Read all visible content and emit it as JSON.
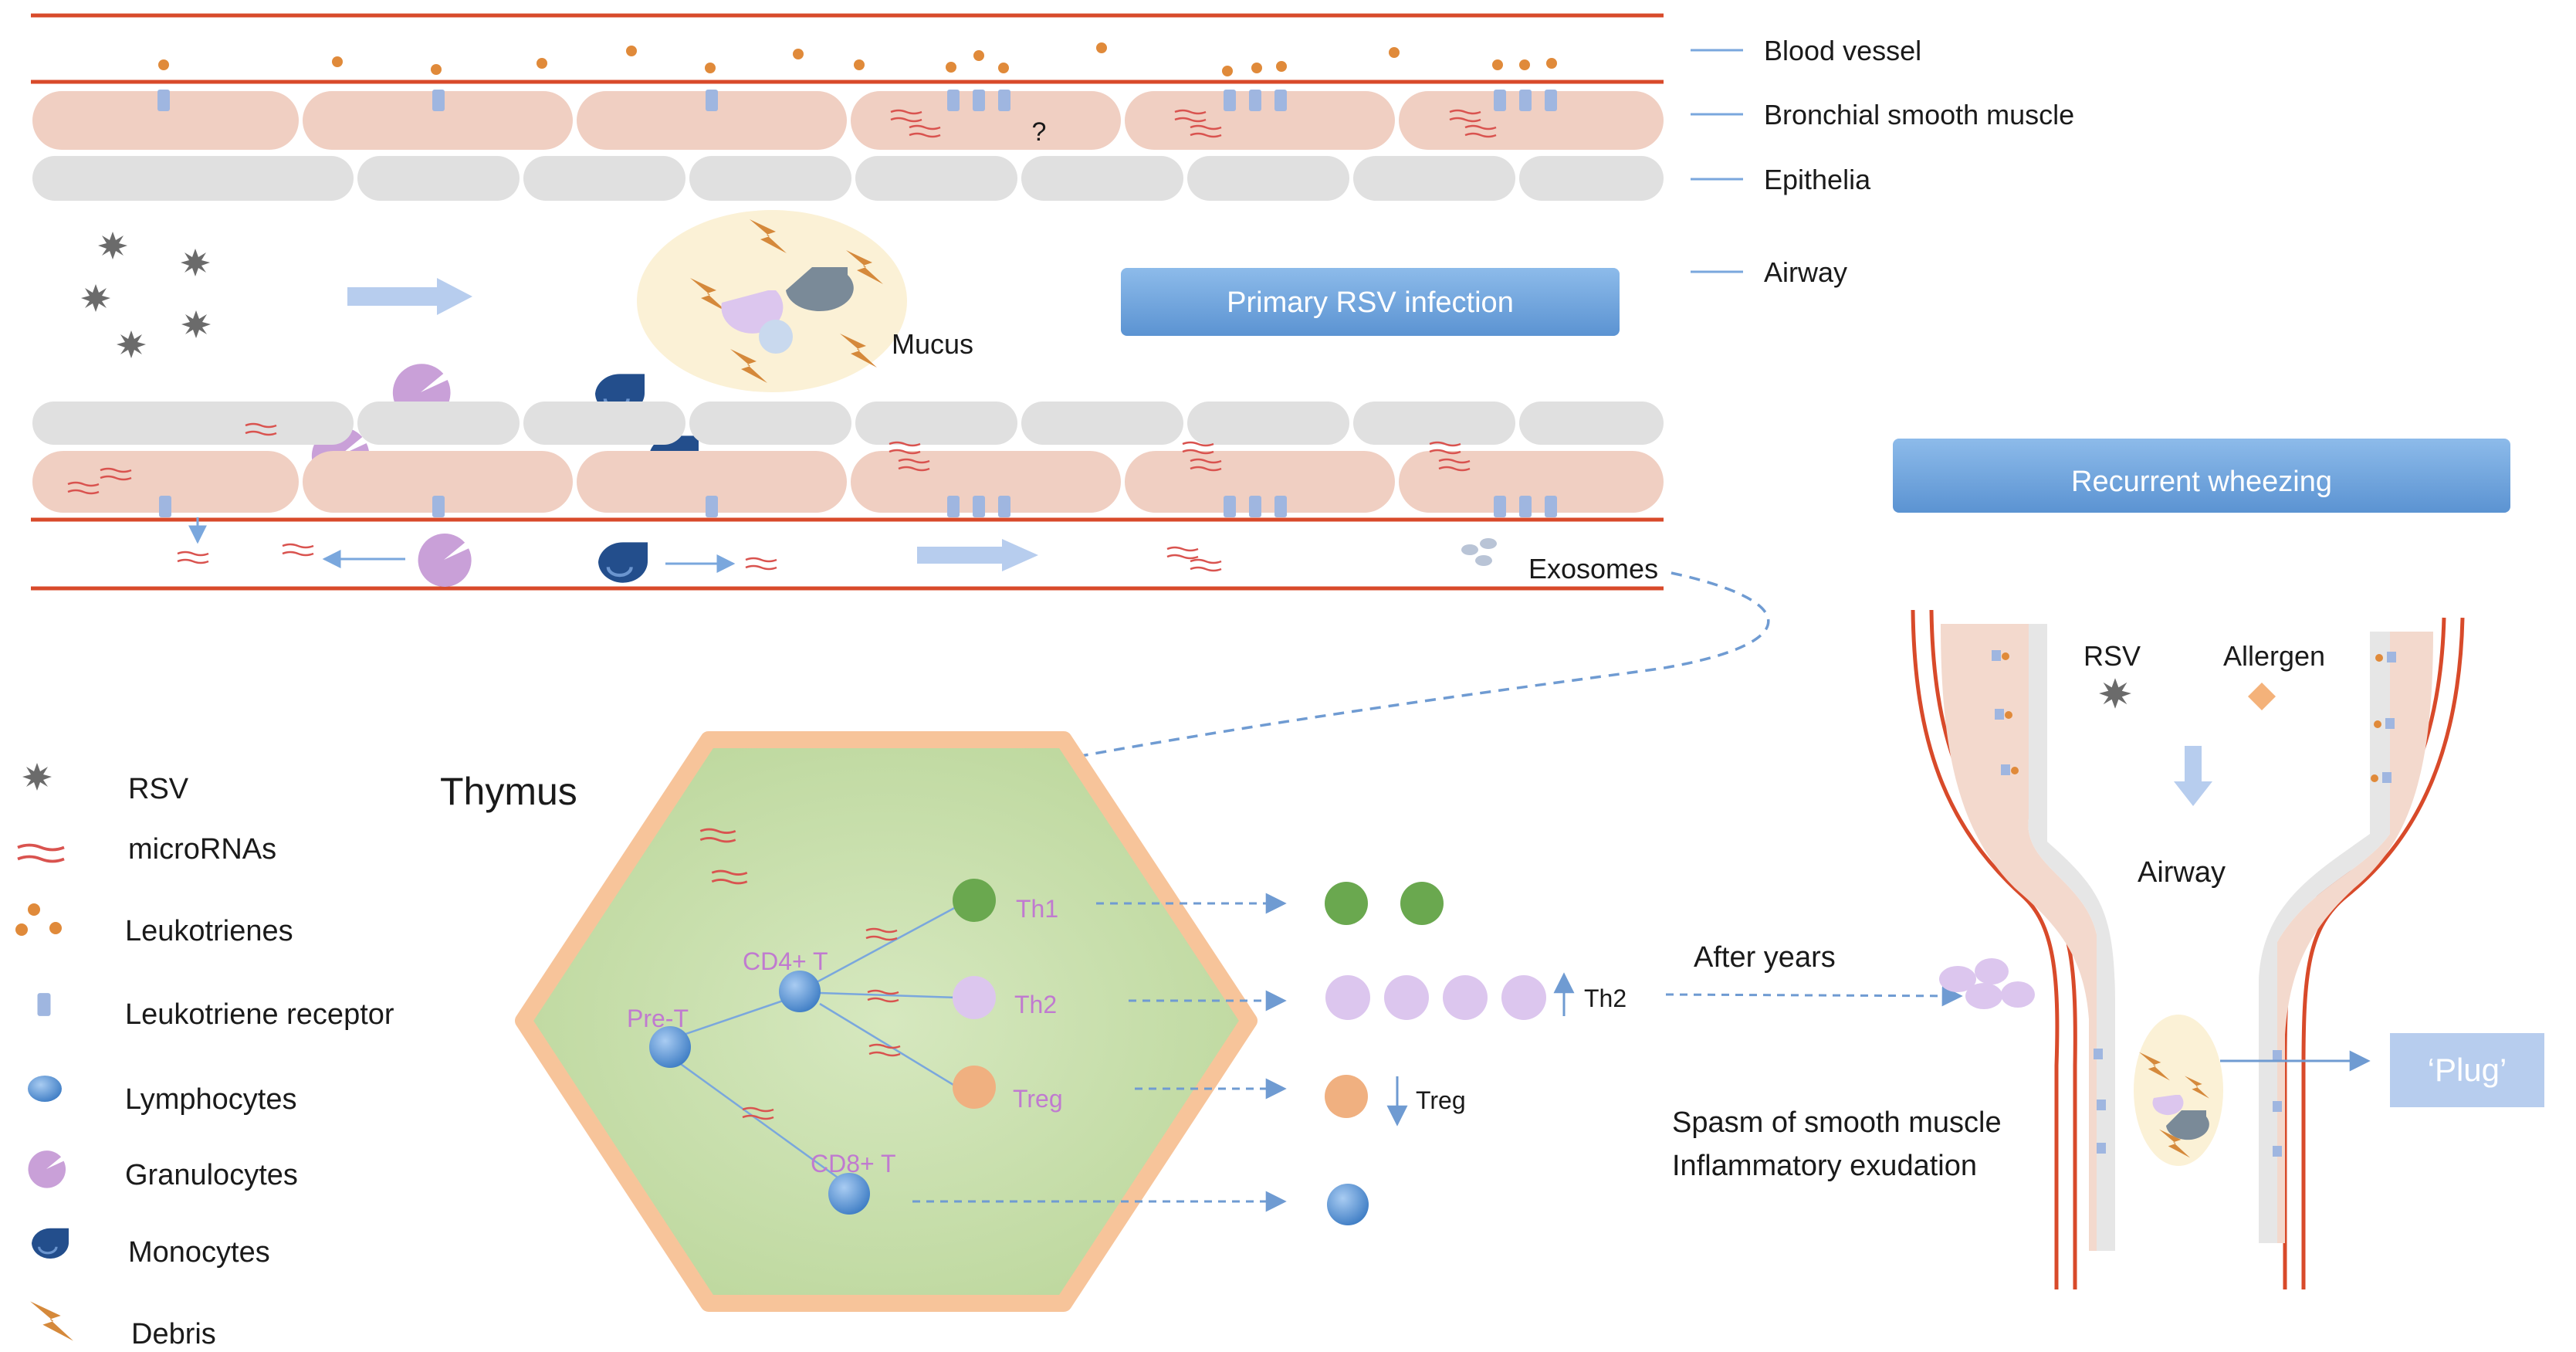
{
  "layer_labels": {
    "blood_vessel": "Blood vessel",
    "bronchial_smooth_muscle": "Bronchial smooth muscle",
    "epithelia": "Epithelia",
    "airway": "Airway"
  },
  "labels": {
    "question": "?",
    "mucus": "Mucus",
    "primary_infection": "Primary RSV infection",
    "recurrent_wheezing": "Recurrent wheezing",
    "exosomes": "Exosomes",
    "thymus": "Thymus",
    "pre_t": "Pre-T",
    "cd4": "CD4+ T",
    "cd8": "CD8+ T",
    "th1": "Th1",
    "th2": "Th2",
    "treg": "Treg",
    "th2_out": "Th2",
    "treg_out": "Treg",
    "after_years": "After years",
    "rsv_right": "RSV",
    "allergen": "Allergen",
    "airway_right": "Airway",
    "spasm": "Spasm of smooth muscle",
    "exudation": "Inflammatory exudation",
    "plug": "‘Plug’"
  },
  "legend": [
    {
      "icon": "rsv-icon",
      "label": "RSV"
    },
    {
      "icon": "microrna-icon",
      "label": "microRNAs"
    },
    {
      "icon": "leukotriene-icon",
      "label": "Leukotrienes"
    },
    {
      "icon": "leukotriene-receptor-icon",
      "label": "Leukotriene receptor"
    },
    {
      "icon": "lymphocyte-icon",
      "label": "Lymphocytes"
    },
    {
      "icon": "granulocyte-icon",
      "label": "Granulocytes"
    },
    {
      "icon": "monocyte-icon",
      "label": "Monocytes"
    },
    {
      "icon": "debris-icon",
      "label": "Debris"
    }
  ],
  "colors": {
    "vessel_line": "#d84a2a",
    "muscle": "#f0cfc2",
    "epithelium": "#e0e0e0",
    "leukotriene": "#e08a3a",
    "receptor": "#9fb6e0",
    "lymphocyte": "#4d88cc",
    "granulocyte": "#c9a0d8",
    "monocyte": "#234e8c",
    "debris": "#d08a3a",
    "th1": "#6aa84f",
    "th2": "#dcc6ee",
    "treg": "#f0b080",
    "box": "#6ea4dc",
    "thymus_fill": "#cfe1b5",
    "thymus_border": "#f7c49a",
    "arrow": "#7aa7dd",
    "mucus_fill": "#fbf1d6"
  }
}
